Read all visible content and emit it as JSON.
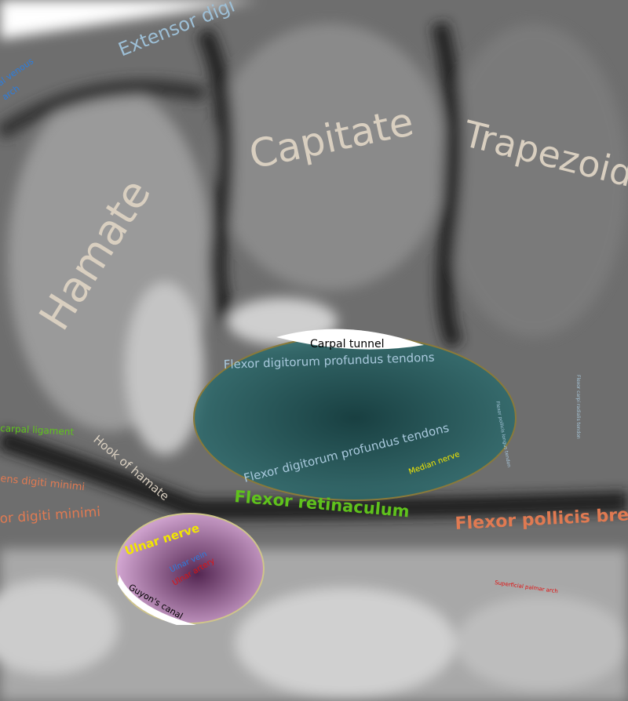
{
  "labels": {
    "extensor": "Extensor digi",
    "venous_arch_1": "al venous",
    "venous_arch_2": "arch",
    "capitate": "Capitate",
    "trapezoid": "Trapezoid",
    "hamate": "Hamate",
    "carpal_tunnel": "Carpal tunnel",
    "fdp_top": "Flexor digitorum profundus tendons",
    "fdp_bottom": "Flexor digitorum profundus tendons",
    "fpl": "Flexor pollicis longus tendon",
    "fcr": "Flexor carpi radialis tendon",
    "median_nerve": "Median nerve",
    "flexor_retinaculum": "Flexor retinaculum",
    "carpal_ligament": "carpal ligament",
    "hook_of_hamate": "Hook of hamate",
    "opponens": "ens digiti minimi",
    "flexor_dm": "or digiti minimi",
    "fpb": "Flexor pollicis bre",
    "ulnar_nerve": "Ulnar nerve",
    "ulnar_vein": "Ulnar vein",
    "ulnar_artery": "Ulnar artery",
    "guyons_canal": "Guyon's canal",
    "superficial_palmar_arch": "Superficial palmar arch"
  },
  "colors": {
    "bone_label": "#d9cfc0",
    "tendon_label": "#a9c9dd",
    "retinaculum": "#5fc21c",
    "muscle_label": "#e07a52",
    "nerve": "#f2e600",
    "vein": "#2a7de0",
    "artery": "#e01010",
    "carpal_tunnel_fill": "#1f5a5a",
    "guyon_fill": "#b070b0"
  }
}
